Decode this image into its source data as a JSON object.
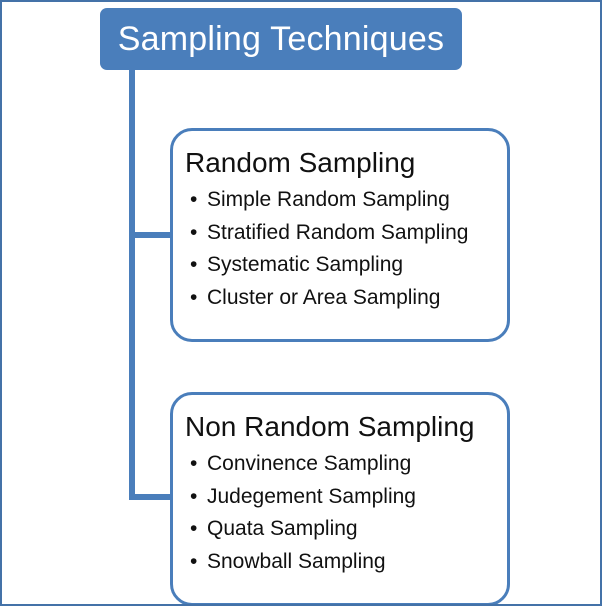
{
  "diagram": {
    "kind": "hierarchy-tree",
    "title": "Sampling Techniques",
    "colors": {
      "accent": "#4a7ebb",
      "frame_border": "#4472a8",
      "title_text": "#ffffff",
      "body_text": "#111111",
      "box_fill": "#ffffff"
    },
    "bullet_glyph": "•",
    "branches": [
      {
        "heading": "Random Sampling",
        "items": [
          "Simple Random Sampling",
          "Stratified Random Sampling",
          "Systematic Sampling",
          "Cluster or Area Sampling"
        ]
      },
      {
        "heading": "Non Random Sampling",
        "items": [
          "Convinence Sampling",
          "Judegement Sampling",
          "Quata Sampling",
          "Snowball Sampling"
        ]
      }
    ]
  }
}
